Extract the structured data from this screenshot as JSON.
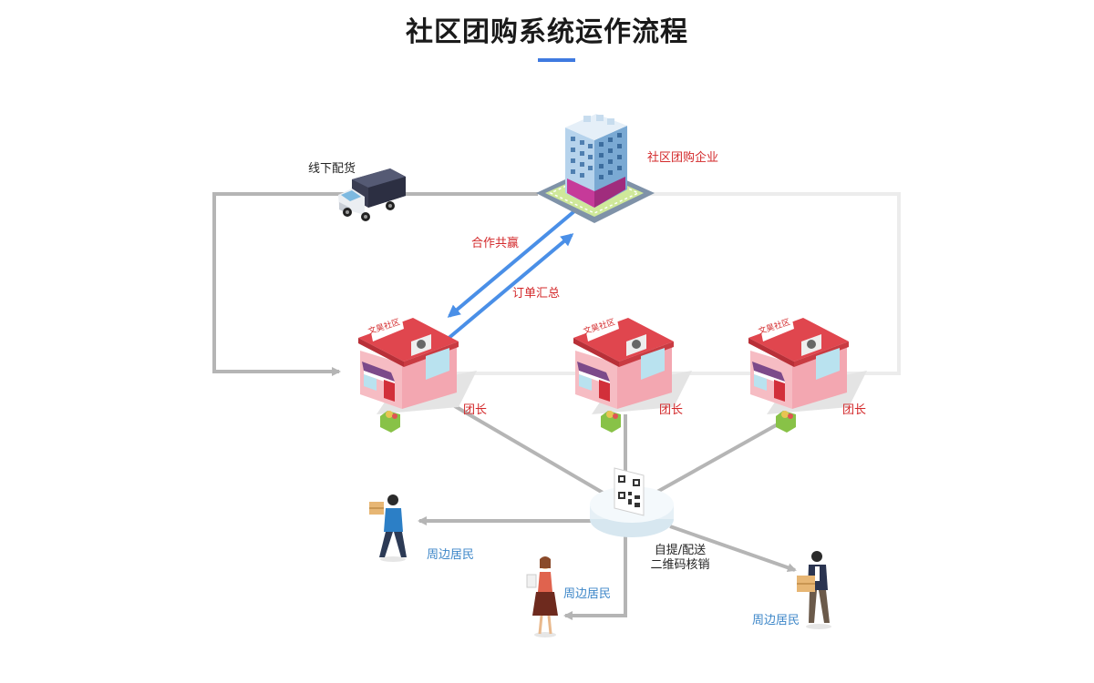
{
  "title": "社区团购系统运作流程",
  "colors": {
    "accent": "#3f7ae0",
    "label_red": "#d3282a",
    "label_blue": "#3c86c8",
    "flow_gray": "#b5b5b5",
    "flow_light": "#ececec",
    "arrow_blue": "#4a8fe7",
    "shop_pink": "#f2a3ad",
    "shop_roof": "#d84a52"
  },
  "nodes": {
    "enterprise": {
      "label": "社区团购企业",
      "icon": "office-building-icon"
    },
    "truck": {
      "label": "线下配货",
      "icon": "delivery-truck-icon"
    },
    "shops": [
      {
        "sign": "文昊社区",
        "label": "团长",
        "icon": "storefront-icon"
      },
      {
        "sign": "文昊社区",
        "label": "团长",
        "icon": "storefront-icon"
      },
      {
        "sign": "文昊社区",
        "label": "团长",
        "icon": "storefront-icon"
      }
    ],
    "qr": {
      "label_line1": "自提/配送",
      "label_line2": "二维码核销",
      "icon": "qr-code-icon"
    },
    "residents": [
      {
        "label": "周边居民",
        "icon": "person-carrying-box-icon"
      },
      {
        "label": "周边居民",
        "icon": "woman-with-bag-icon"
      },
      {
        "label": "周边居民",
        "icon": "man-carrying-box-icon"
      }
    ]
  },
  "edges": {
    "cooperation": "合作共赢",
    "order_summary": "订单汇总"
  }
}
